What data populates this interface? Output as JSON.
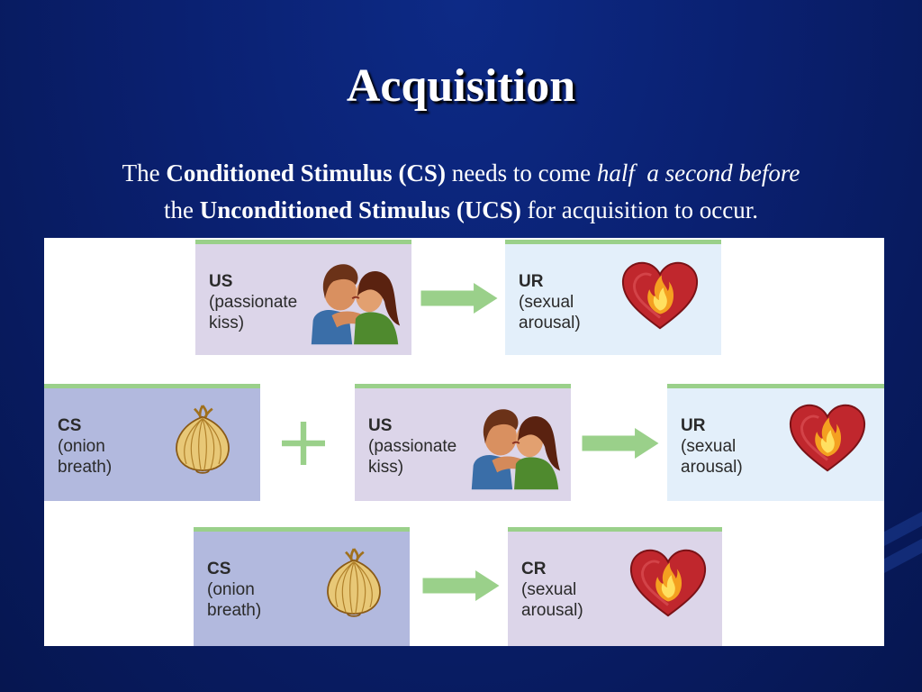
{
  "slide": {
    "title": "Acquisition",
    "subtitle": {
      "l1_a": "The ",
      "l1_b": "Conditioned Stimulus (CS)",
      "l1_c": " needs to come ",
      "l1_d": "half  a second before",
      "l2_a": "the ",
      "l2_b": "Unconditioned Stimulus (UCS)",
      "l2_c": " for acquisition to occur."
    }
  },
  "diagram": {
    "row1": {
      "us": {
        "abbr": "US",
        "desc": "(passionate\nkiss)"
      },
      "ur": {
        "abbr": "UR",
        "desc": "(sexual\narousal)"
      }
    },
    "row2": {
      "cs": {
        "abbr": "CS",
        "desc": "(onion\nbreath)"
      },
      "us": {
        "abbr": "US",
        "desc": "(passionate\nkiss)"
      },
      "ur": {
        "abbr": "UR",
        "desc": "(sexual\narousal)"
      }
    },
    "row3": {
      "cs": {
        "abbr": "CS",
        "desc": "(onion\nbreath)"
      },
      "cr": {
        "abbr": "CR",
        "desc": "(sexual\narousal)"
      }
    }
  },
  "colors": {
    "background": "#0a2070",
    "box_top_border": "#9ad08a",
    "arrow": "#9ad08a",
    "lavender_box": "#dcd5e9",
    "blue_box": "#b2b9de",
    "pale_box": "#e3effa",
    "heart": "#c0272d",
    "onion": "#e8c877"
  },
  "icons": {
    "kiss": "kissing-couple-icon",
    "heart": "flaming-heart-icon",
    "onion": "onion-icon",
    "arrow": "right-arrow-icon",
    "plus": "plus-icon"
  }
}
